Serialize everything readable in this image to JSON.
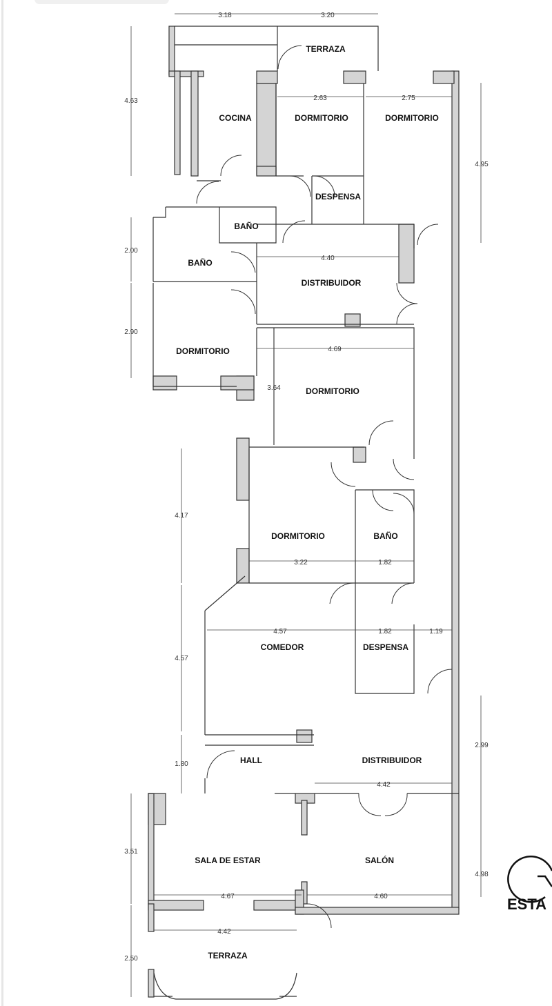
{
  "rooms": {
    "terraza_top": "TERRAZA",
    "cocina": "COCINA",
    "dormitorio_1": "DORMITORIO",
    "dormitorio_2": "DORMITORIO",
    "despensa_1": "DESPENSA",
    "bano_1": "BAÑO",
    "bano_2": "BAÑO",
    "distribuidor_1": "DISTRIBUIDOR",
    "dormitorio_3": "DORMITORIO",
    "dormitorio_4": "DORMITORIO",
    "dormitorio_5": "DORMITORIO",
    "bano_3": "BAÑO",
    "comedor": "COMEDOR",
    "despensa_2": "DESPENSA",
    "hall": "HALL",
    "distribuidor_2": "DISTRIBUIDOR",
    "sala_de_estar": "SALA DE ESTAR",
    "salon": "SALÓN",
    "terraza_bottom": "TERRAZA"
  },
  "dimensions": {
    "top_left": "3.18",
    "top_right": "3.20",
    "cocina_height": "4.63",
    "dorm1_width": "2.63",
    "dorm2_width": "2.75",
    "right_top": "4.95",
    "bano_height": "2.00",
    "distribuidor_width": "4.40",
    "dorm3_height": "2.90",
    "dorm4_width": "4.69",
    "dorm4_height": "3.64",
    "dorm5_height": "4.17",
    "dorm5_width": "3.22",
    "bano3_width": "1.82",
    "comedor_height": "4.57",
    "comedor_width": "4.57",
    "despensa2_width": "1.82",
    "corridor_width": "1.19",
    "hall_height": "1.80",
    "right_mid": "2.99",
    "distribuidor2_width": "4.42",
    "sala_height": "3.51",
    "sala_width": "4.67",
    "salon_width": "4.60",
    "right_bottom": "4.98",
    "terraza_height": "2.50",
    "terraza_width": "4.42"
  },
  "brand": {
    "text": "ESTA",
    "logo_letter": "G"
  }
}
